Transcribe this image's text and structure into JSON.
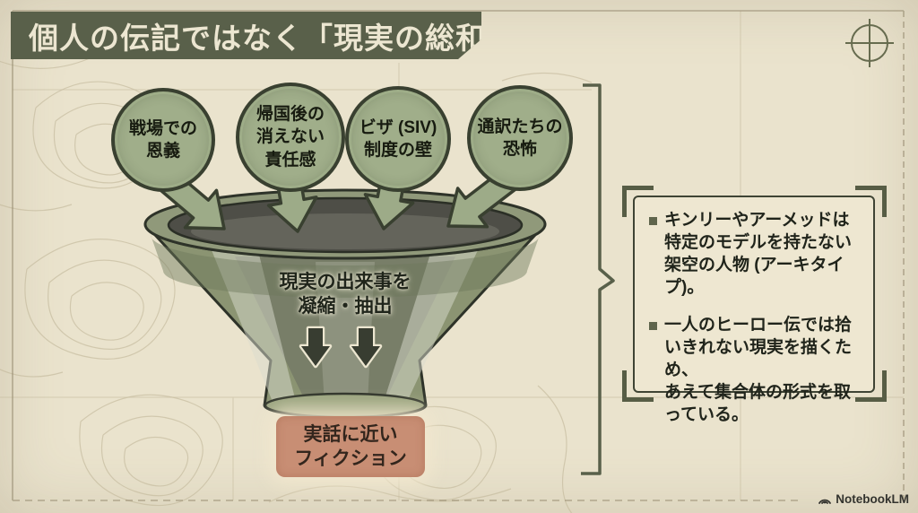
{
  "title": "個人の伝記ではなく「現実の総和」",
  "funnel": {
    "inputs": [
      {
        "label": "戦場での\n恩義"
      },
      {
        "label": "帰国後の\n消えない\n責任感"
      },
      {
        "label": "ビザ (SIV)\n制度の壁"
      },
      {
        "label": "通訳たちの\n恐怖"
      }
    ],
    "process_label": "現実の出来事を\n凝縮・抽出",
    "output_label": "実話に近い\nフィクション"
  },
  "notes": {
    "bullets": [
      "キンリーやアーメッドは\n特定のモデルを持たない\n架空の人物 (アーキタイプ)。",
      "一人のヒーロー伝では拾\nいきれない現実を描くため、\nあえて集合体の形式を取\nっている。"
    ]
  },
  "footer": {
    "brand": "NotebookLM"
  },
  "colors": {
    "background": "#eae3cd",
    "banner": "#59604a",
    "banner_text": "#ece6d1",
    "bubble_fill": "#a0ae8a",
    "bubble_stroke": "#394030",
    "funnel_body": "#8b9472",
    "funnel_interior": "#4e4e47",
    "output_box": "#c88e74",
    "bracket": "#59604a",
    "note_border": "#3f4434"
  }
}
